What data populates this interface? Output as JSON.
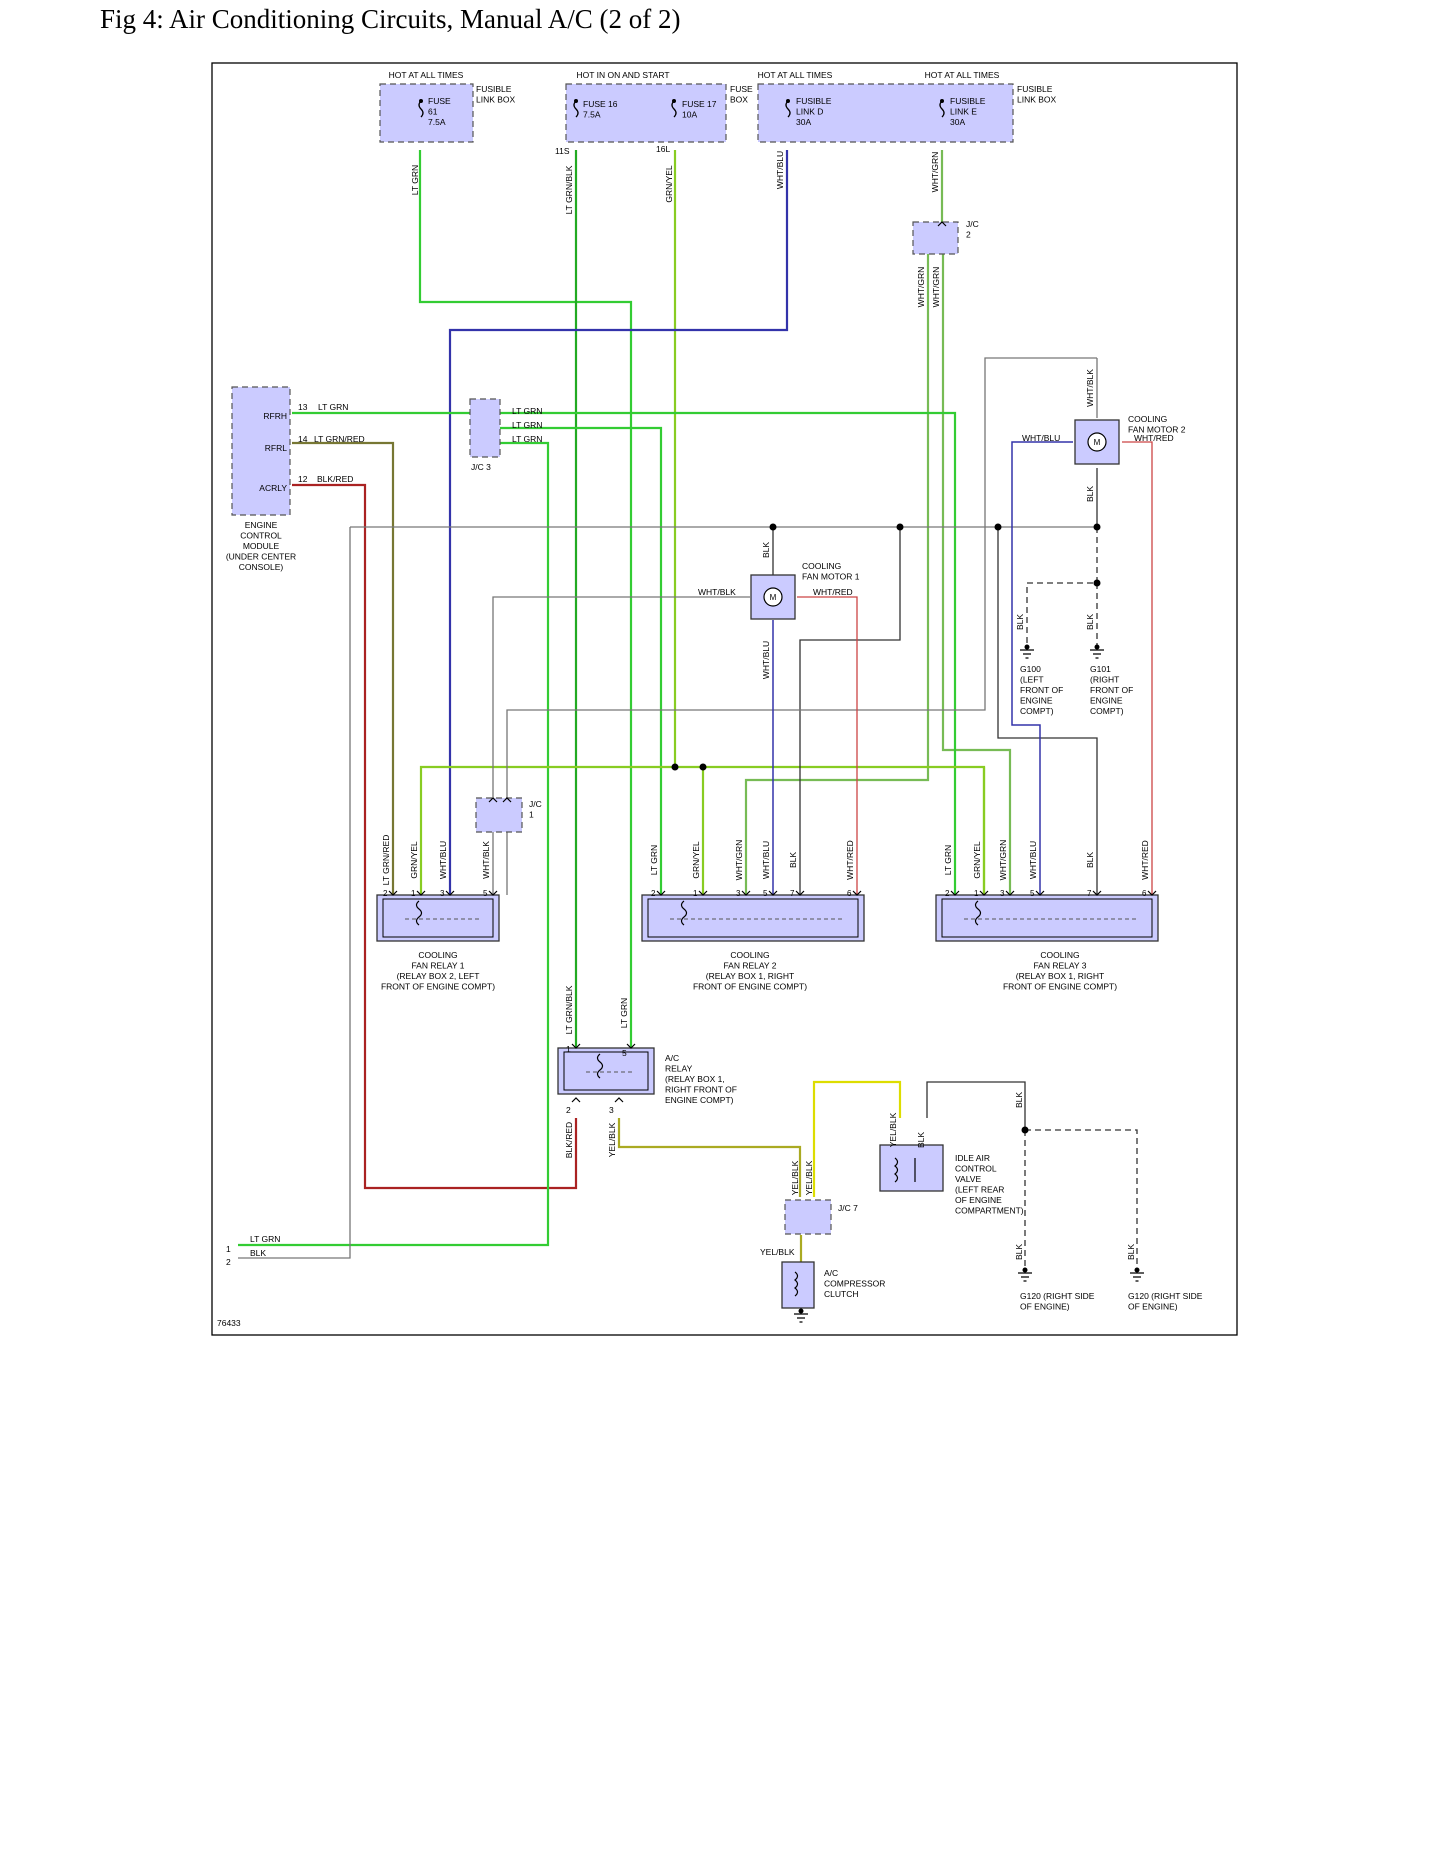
{
  "title": "Fig 4: Air Conditioning Circuits, Manual A/C (2 of 2)",
  "figure_id": "76433",
  "colors": {
    "box_fill": "#cbcbff",
    "LT GRN": "#33cc33",
    "LT GRN/BLK": "#22aa22",
    "GRN/YEL": "#88cc22",
    "WHT/BLU": "#3333aa",
    "WHT/GRN": "#77bb55",
    "BLK": "#333333",
    "GRAY": "#777777",
    "BLK/RED": "#aa2222",
    "WHT/RED": "#cc4444",
    "LT GRN/RED": "#777733",
    "YEL": "#dddd00",
    "YEL/BLK": "#aaaa22"
  },
  "top": {
    "hot_all_1": "HOT AT ALL TIMES",
    "hot_on_start": "HOT IN ON AND START",
    "hot_all_2": "HOT AT ALL TIMES",
    "hot_all_3": "HOT AT ALL TIMES",
    "fusible_lb_1": [
      "FUSIBLE",
      "LINK BOX"
    ],
    "fuse_box": [
      "FUSE",
      "BOX"
    ],
    "fusible_lb_2": [
      "FUSIBLE",
      "LINK BOX"
    ],
    "fuse61": [
      "FUSE",
      "61",
      "7.5A"
    ],
    "fuse16": [
      "FUSE 16",
      "7.5A"
    ],
    "fuse17": [
      "FUSE 17",
      "10A"
    ],
    "linkD": [
      "FUSIBLE",
      "LINK D",
      "30A"
    ],
    "linkE": [
      "FUSIBLE",
      "LINK E",
      "30A"
    ],
    "pin_11s": "11S",
    "pin_16l": "16L"
  },
  "jc": {
    "jc2": [
      "J/C",
      "2"
    ],
    "jc3": "J/C 3",
    "jc1": [
      "J/C",
      "1"
    ],
    "jc7": "J/C 7"
  },
  "ecm": {
    "pins": [
      {
        "name": "RFRH",
        "num": "13",
        "wire": "LT GRN"
      },
      {
        "name": "RFRL",
        "num": "14",
        "wire": "LT GRN/RED"
      },
      {
        "name": "ACRLY",
        "num": "12",
        "wire": "BLK/RED"
      }
    ],
    "label": [
      "ENGINE",
      "CONTROL",
      "MODULE",
      "(UNDER CENTER",
      "CONSOLE)"
    ]
  },
  "jc3_wires": [
    "LT GRN",
    "LT GRN",
    "LT GRN"
  ],
  "motors": {
    "motor1": [
      "COOLING",
      "FAN MOTOR 1"
    ],
    "motor2": [
      "COOLING",
      "FAN MOTOR 2"
    ]
  },
  "grounds": {
    "g100": [
      "G100",
      "(LEFT",
      "FRONT OF",
      "ENGINE",
      "COMPT)"
    ],
    "g101": [
      "G101",
      "(RIGHT",
      "FRONT OF",
      "ENGINE",
      "COMPT)"
    ],
    "g120a": [
      "G120 (RIGHT SIDE",
      "OF ENGINE)"
    ],
    "g120b": [
      "G120 (RIGHT SIDE",
      "OF ENGINE)"
    ]
  },
  "relays": {
    "r1": {
      "label": [
        "COOLING",
        "FAN RELAY 1",
        "(RELAY BOX 2, LEFT",
        "FRONT OF ENGINE COMPT)"
      ],
      "wires": [
        "LT GRN/RED",
        "GRN/YEL",
        "WHT/BLU",
        "WHT/BLK"
      ],
      "pins": [
        "2",
        "1",
        "3",
        "5"
      ]
    },
    "r2": {
      "label": [
        "COOLING",
        "FAN RELAY 2",
        "(RELAY BOX 1, RIGHT",
        "FRONT OF ENGINE COMPT)"
      ],
      "wires": [
        "LT GRN",
        "GRN/YEL",
        "WHT/GRN",
        "WHT/BLU",
        "BLK",
        "WHT/RED"
      ],
      "pins": [
        "2",
        "1",
        "3",
        "5",
        "7",
        "6"
      ]
    },
    "r3": {
      "label": [
        "COOLING",
        "FAN RELAY 3",
        "(RELAY BOX 1, RIGHT",
        "FRONT OF ENGINE COMPT)"
      ],
      "wires": [
        "LT GRN",
        "GRN/YEL",
        "WHT/GRN",
        "WHT/BLU",
        "BLK",
        "WHT/RED"
      ],
      "pins": [
        "2",
        "1",
        "3",
        "5",
        "7",
        "6"
      ]
    },
    "ac": {
      "label": [
        "A/C",
        "RELAY",
        "(RELAY BOX 1,",
        "RIGHT FRONT OF",
        "ENGINE COMPT)"
      ],
      "pins": [
        "1",
        "5",
        "2",
        "3"
      ],
      "wires": [
        "LT GRN/BLK",
        "LT GRN",
        "BLK/RED",
        "YEL/BLK"
      ]
    }
  },
  "iacv": [
    "IDLE AIR",
    "CONTROL",
    "VALVE",
    "(LEFT REAR",
    "OF ENGINE",
    "COMPARTMENT)"
  ],
  "compressor": [
    "A/C",
    "COMPRESSOR",
    "CLUTCH"
  ],
  "bottom_pins": [
    {
      "num": "1",
      "wire": "LT GRN"
    },
    {
      "num": "2",
      "wire": "BLK"
    }
  ],
  "wire_labels": {
    "lt_grn": "LT GRN",
    "lt_grn_blk": "LT GRN/BLK",
    "grn_yel": "GRN/YEL",
    "wht_blu": "WHT/BLU",
    "wht_grn": "WHT/GRN",
    "wht_blk": "WHT/BLK",
    "wht_red": "WHT/RED",
    "blk": "BLK",
    "yel_blk": "YEL/BLK"
  }
}
